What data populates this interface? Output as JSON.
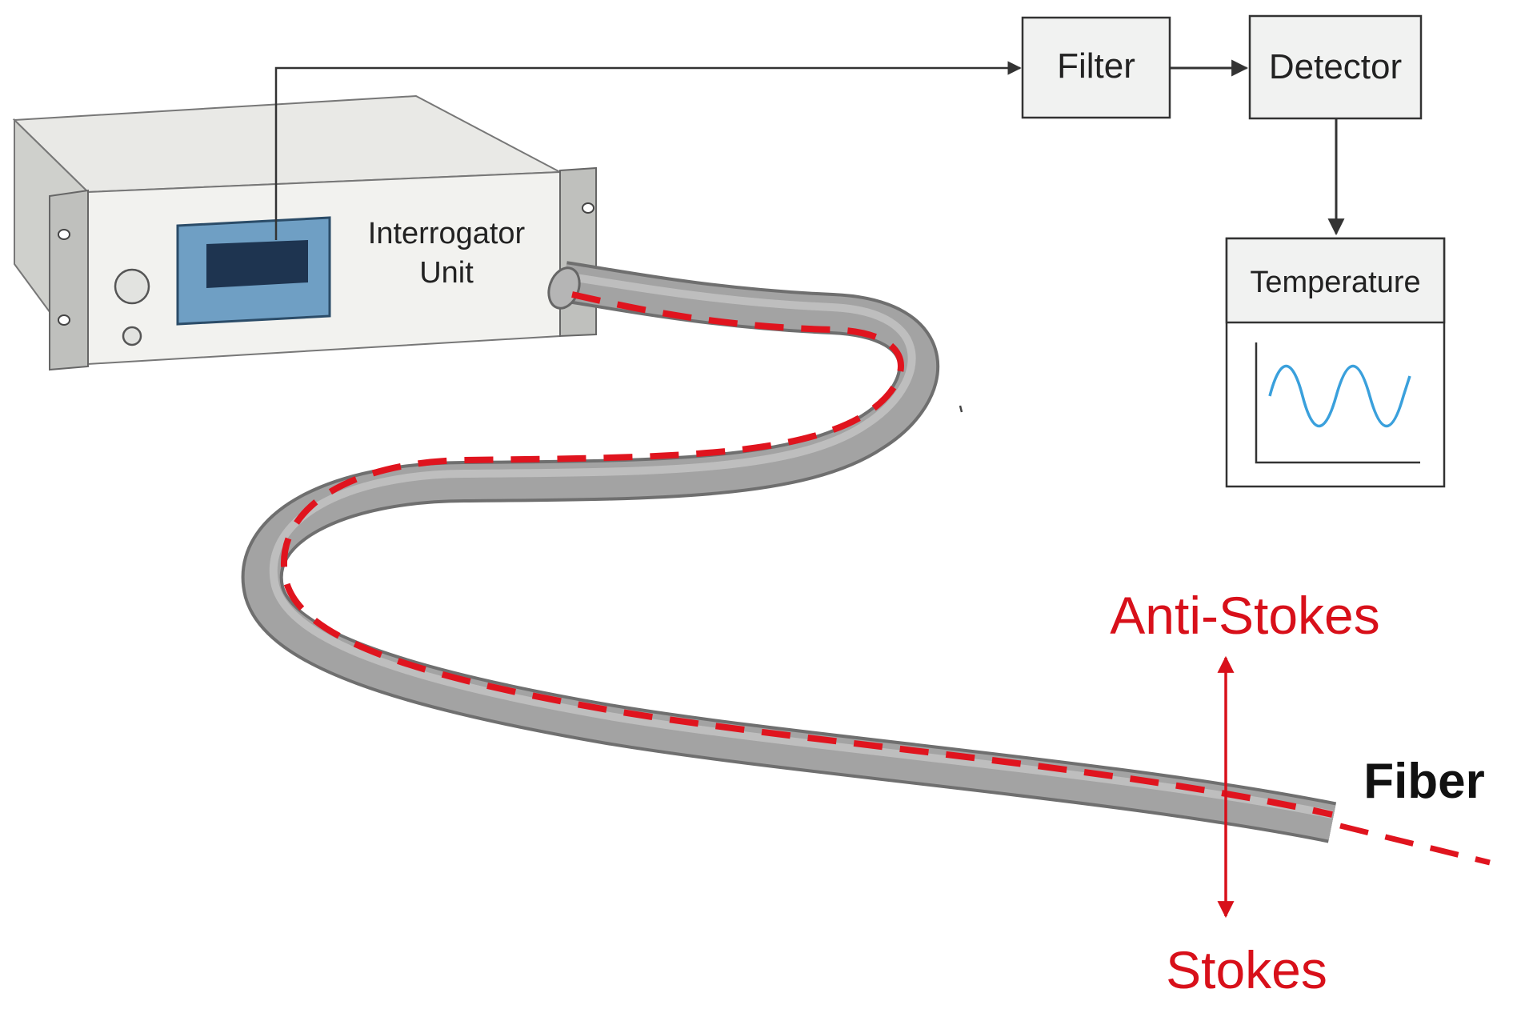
{
  "interrogator": {
    "label_line1": "Interrogator",
    "label_line2": "Unit"
  },
  "blocks": {
    "filter": "Filter",
    "detector": "Detector",
    "temperature": "Temperature"
  },
  "labels": {
    "anti_stokes": "Anti-Stokes",
    "stokes": "Stokes",
    "fiber": "Fiber"
  },
  "colors": {
    "fiber_core": "#e0141e",
    "scatter_arrow": "#d8101a",
    "fiber_jacket": "#8f8f8f",
    "unit_screen": "#6f9fc4",
    "unit_display": "#1e3450",
    "plot_wave": "#3aa0dc",
    "block_fill": "#f1f2f1"
  }
}
